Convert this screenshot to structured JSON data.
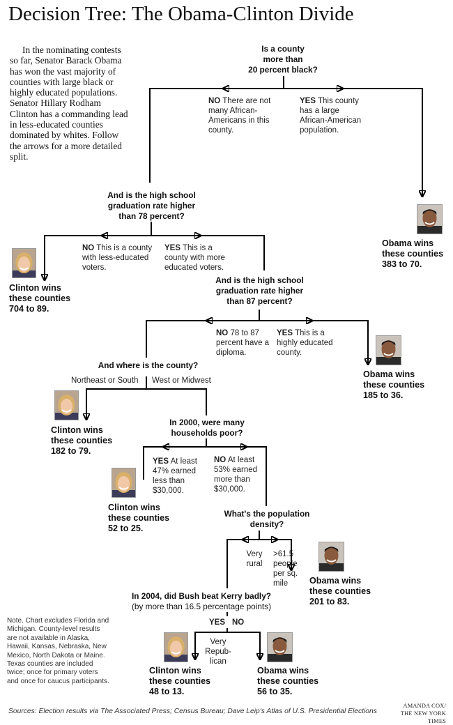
{
  "title": "Decision Tree: The Obama-Clinton Divide",
  "intro": "In the nominating contests so far, Senator Barack Obama has won the vast majority of counties with large black or highly educated populations. Senator Hillary Rodham Clinton has a commanding lead in less-educated counties dominated by whites. Follow the arrows for a more detailed split.",
  "nodes": {
    "q1": {
      "lines": [
        "Is a county",
        "more than",
        "20 percent black?"
      ]
    },
    "q1_no": {
      "key": "NO",
      "text": "There are not many African-Americans in this county."
    },
    "q1_yes": {
      "key": "YES",
      "text": "This county has a large African-American population."
    },
    "q2": {
      "lines": [
        "And is the high school",
        "graduation rate higher",
        "than 78 percent?"
      ]
    },
    "q2_no": {
      "key": "NO",
      "text": "This is a county with less-educated voters."
    },
    "q2_yes": {
      "key": "YES",
      "text": "This is a county with more educated voters."
    },
    "q3": {
      "lines": [
        "And is the high school",
        "graduation rate higher",
        "than 87 percent?"
      ]
    },
    "q3_no": {
      "key": "NO",
      "text": "78 to 87 percent have a diploma."
    },
    "q3_yes": {
      "key": "YES",
      "text": "This is a highly educated county."
    },
    "q4": {
      "lines": [
        "And where is the county?"
      ]
    },
    "q4_left": "Northeast or South",
    "q4_right": "West or Midwest",
    "q5": {
      "lines": [
        "In 2000, were many",
        "households poor?"
      ]
    },
    "q5_yes": {
      "key": "YES",
      "text": "At least 47% earned less than $30,000."
    },
    "q5_no": {
      "key": "NO",
      "text": "At least 53% earned more than $30,000."
    },
    "q6": {
      "lines": [
        "What's the population",
        "density?"
      ]
    },
    "q6_left": "Very rural",
    "q6_right": ">61.5 people per sq. mile",
    "q7": {
      "line1": "In 2004, did Bush beat Kerry badly?",
      "line2": "(by more than 16.5 percentage points)"
    },
    "q7_yes": "YES",
    "q7_no": "NO",
    "q7_left": "Very Repub-lican"
  },
  "results": {
    "r_obama1": {
      "line1": "Obama wins",
      "line2": "these counties",
      "line3": "383 to 70."
    },
    "r_clinton1": {
      "line1": "Clinton wins",
      "line2": "these counties",
      "line3": "704 to 89."
    },
    "r_obama2": {
      "line1": "Obama wins",
      "line2": "these counties",
      "line3": "185 to 36."
    },
    "r_clinton2": {
      "line1": "Clinton wins",
      "line2": "these counties",
      "line3": "182 to 79."
    },
    "r_clinton3": {
      "line1": "Clinton wins",
      "line2": "these counties",
      "line3": "52 to 25."
    },
    "r_obama3": {
      "line1": "Obama wins",
      "line2": "these counties",
      "line3": "201 to 83."
    },
    "r_clinton4": {
      "line1": "Clinton wins",
      "line2": "these counties",
      "line3": "48 to 13."
    },
    "r_obama4": {
      "line1": "Obama wins",
      "line2": "these counties",
      "line3": "56 to 35."
    }
  },
  "note": "Note. Chart excludes Florida and Michigan. County-level results are not available in Alaska, Hawaii, Kansas, Nebraska, New Mexico, North Dakota or Maine. Texas counties are included twice; once for primary voters and once for caucus participants.",
  "sources": "Sources: Election results via The Associated Press; Census Bureau; Dave Leip's Atlas of U.S. Presidential Elections",
  "credit": {
    "line1": "AMANDA COX/",
    "line2": "THE NEW YORK TIMES"
  },
  "colors": {
    "obama_skin": "#8a5a3e",
    "clinton_hair": "#d9b06a",
    "clinton_skin": "#f2c9a8",
    "line": "#000000"
  }
}
